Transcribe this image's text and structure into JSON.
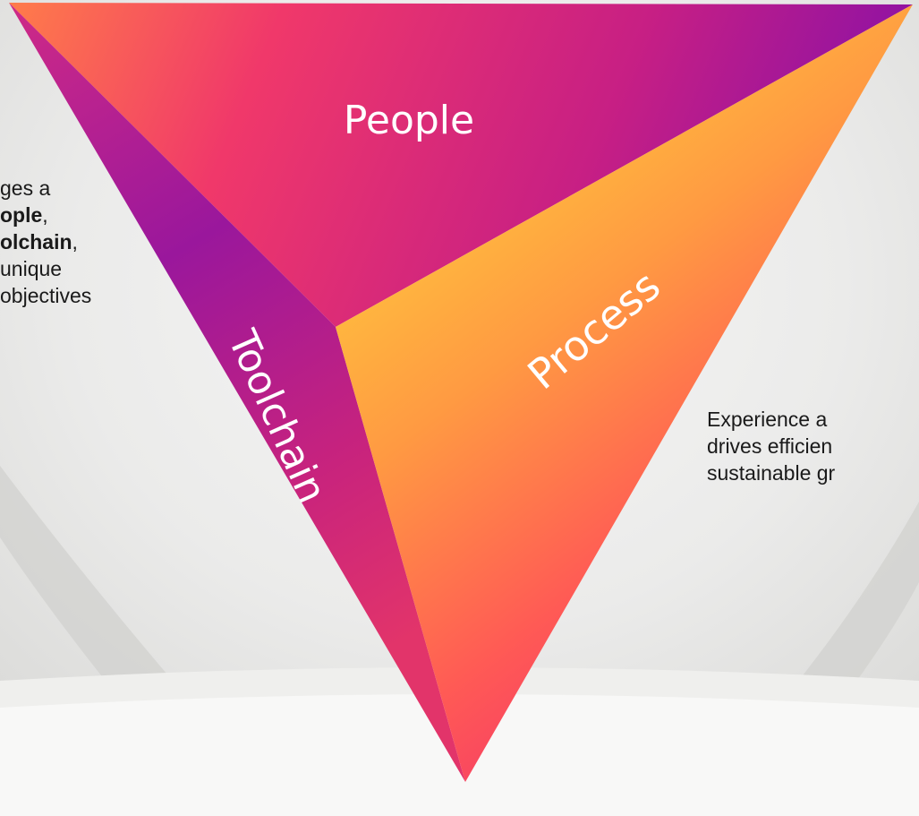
{
  "diagram": {
    "faces": {
      "people": "People",
      "toolchain": "Toolchain",
      "process": "Process"
    }
  },
  "left_text": {
    "lines": [
      [
        {
          "text": "ges a",
          "bold": false
        }
      ],
      [
        {
          "text": "ople",
          "bold": true
        },
        {
          "text": ",",
          "bold": false
        }
      ],
      [
        {
          "text": "olchain",
          "bold": true
        },
        {
          "text": ",",
          "bold": false
        }
      ],
      [
        {
          "text": " unique",
          "bold": false
        }
      ],
      [
        {
          "text": "objectives",
          "bold": false
        }
      ]
    ]
  },
  "right_text": {
    "lines": [
      "Experience a",
      "drives efficien",
      "sustainable gr"
    ]
  },
  "colors": {
    "magenta": "#e8336f",
    "purple": "#8c14a0",
    "orange": "#ff7a3d",
    "yellow": "#ffc93c",
    "background": "#e9e9e7"
  }
}
